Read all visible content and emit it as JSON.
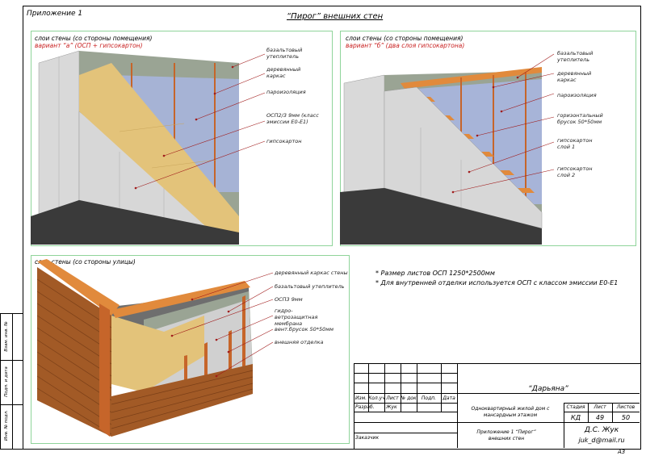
{
  "sheet": {
    "appendix": "Приложение 1",
    "title": "“Пирог” внешних стен",
    "format": "А3"
  },
  "panel_a": {
    "caption": "слои стены (со стороны помещения)",
    "variant": "вариант “а” (ОСП + гипсокартон)",
    "labels": [
      "базальтовый утеплитель",
      "деревянный каркас",
      "пароизоляция",
      "ОСП2/3 9мм (класс эмиссии Е0-Е1)",
      "гипсокартон"
    ]
  },
  "panel_b": {
    "caption": "слои стены (со стороны помещения)",
    "variant": "вариант “б” (два слоя гипсокартона)",
    "labels": [
      "базальтовый утеплитель",
      "деревянный каркас",
      "пароизоляция",
      "горизонтальный брусок 50*50мм",
      "гипсокартон слой 1",
      "гипсокартон слой 2"
    ]
  },
  "panel_c": {
    "caption": "слои стены (со стороны улицы)",
    "labels": [
      "деревянный каркас стены",
      "базальтовый утеплитель",
      "ОСП3 9мм",
      "гидро-ветрозащитная мембрана",
      "вент.брусок 50*50мм",
      "внешняя отделка"
    ]
  },
  "notes": [
    "* Размер листов ОСП 1250*2500мм",
    "* Для внутренней отделки используется ОСП с классом эмиссии Е0-Е1"
  ],
  "side_stamp": [
    "Взам. инв. №",
    "Подп. и дата",
    "Инв. № подл."
  ],
  "title_block": {
    "project": "“Дарьяна”",
    "object": "Одноквартирный жилой дом с мансардным этажом",
    "sheet_name": "Приложение 1 “Пирог” внешних стен",
    "stage_h": "Стадия",
    "sheet_h": "Лист",
    "sheets_h": "Листов",
    "stage": "КД",
    "sheet": "49",
    "sheets": "50",
    "author": "Д.С. Жук",
    "email": "juk_d@mail.ru",
    "cols": [
      "Изм.",
      "Кол.уч",
      "Лист",
      "№ док.",
      "Подп.",
      "Дата"
    ],
    "row_develop": "Разраб.",
    "developer": "Жук",
    "row_customer": "Заказчик"
  },
  "colors": {
    "green_frame": "#8fd49a",
    "osb": "#e3c37a",
    "wood": "#c6652a",
    "vapor": "#a7b4d8",
    "insulation": "#9aa494",
    "drywall": "#d7d7d7",
    "floor": "#3a3a3a",
    "leader": "#a01a1a"
  }
}
